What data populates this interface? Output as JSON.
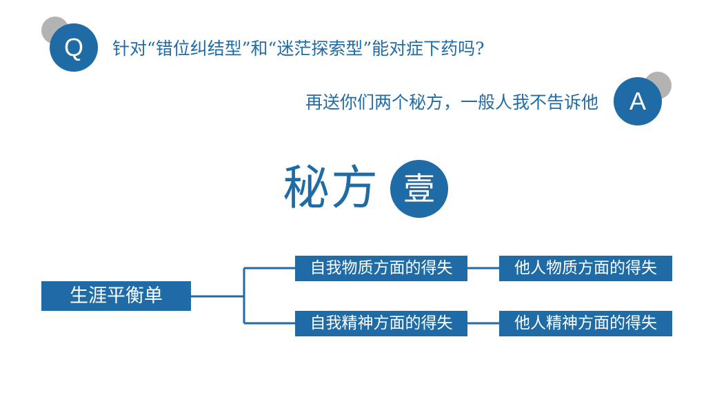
{
  "qa": {
    "question_badge": "Q",
    "question": "针对“错位纠结型”和“迷茫探索型”能对症下药吗?",
    "answer_badge": "A",
    "answer": "再送你们两个秘方，一般人我不告诉他"
  },
  "heading": {
    "title": "秘方",
    "badge": "壹"
  },
  "tree": {
    "root": "生涯平衡单",
    "branches": [
      {
        "self": "自我物质方面的得失",
        "others": "他人物质方面的得失"
      },
      {
        "self": "自我精神方面的得失",
        "others": "他人精神方面的得失"
      }
    ]
  },
  "colors": {
    "accent": "#1f6ba6",
    "shadow": "#b3b3b3",
    "background": "#ffffff"
  }
}
